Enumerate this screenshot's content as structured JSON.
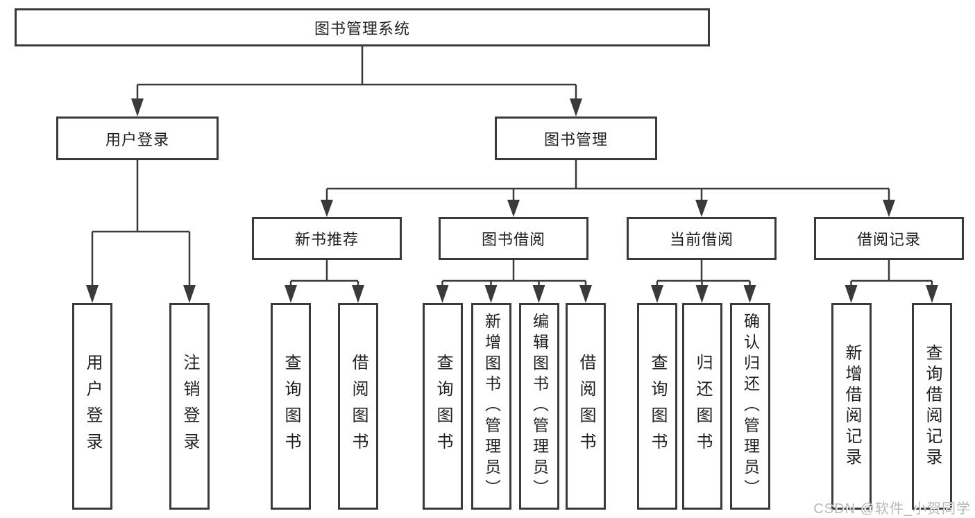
{
  "diagram": {
    "root": "图书管理系统",
    "branches": [
      {
        "label": "用户登录",
        "leaves": [
          "用户登录",
          "注销登录"
        ]
      },
      {
        "label": "图书管理",
        "groups": [
          {
            "label": "新书推荐",
            "leaves": [
              "查询图书",
              "借阅图书"
            ]
          },
          {
            "label": "图书借阅",
            "leaves": [
              "查询图书",
              "新增图书（管理员）",
              "编辑图书（管理员）",
              "借阅图书"
            ]
          },
          {
            "label": "当前借阅",
            "leaves": [
              "查询图书",
              "归还图书",
              "确认归还（管理员）"
            ]
          },
          {
            "label": "借阅记录",
            "leaves": [
              "新增借阅记录",
              "查询借阅记录"
            ]
          }
        ]
      }
    ],
    "watermark": "CSDN @软件_小贺同学",
    "colors": {
      "line": "#3a3a3a",
      "text": "#1f1f1f",
      "watermark": "#b7b7b7",
      "background": "#ffffff"
    }
  }
}
